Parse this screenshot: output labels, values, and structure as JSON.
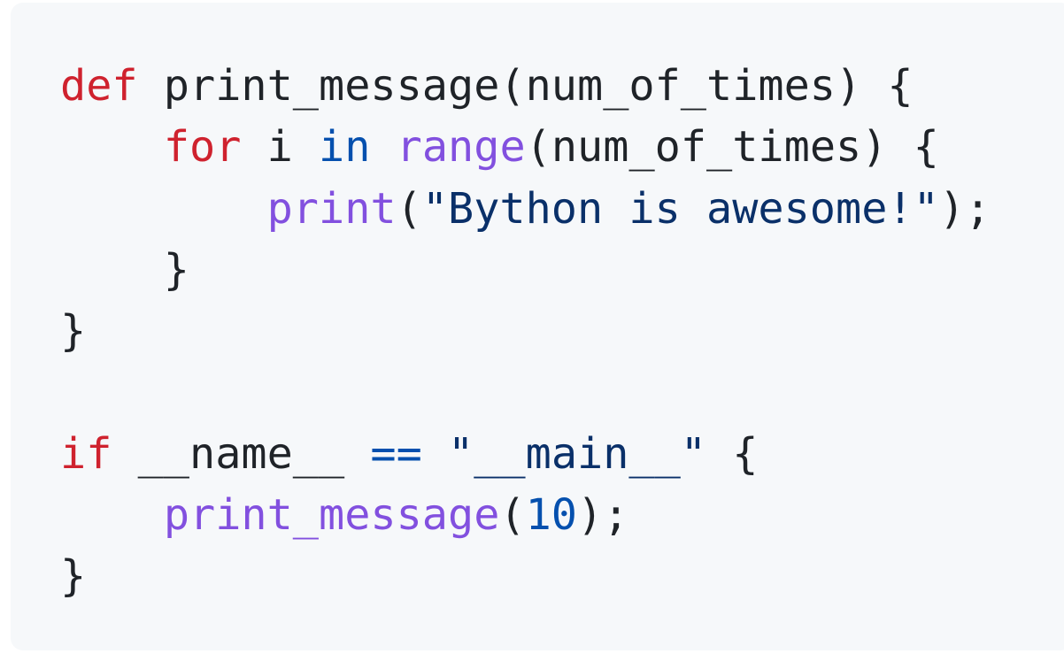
{
  "colors": {
    "background": "#f6f8fa",
    "default_text": "#1f2328",
    "keyword_red": "#cf222e",
    "keyword_blue": "#0550ae",
    "function": "#8250df",
    "string": "#0a3069",
    "number": "#0550ae"
  },
  "code": {
    "language": "python-like",
    "lines": [
      [
        {
          "text": "def",
          "class": "kw-red"
        },
        {
          "text": " print_message(num_of_times) {",
          "class": "plain"
        }
      ],
      [
        {
          "text": "    ",
          "class": "plain"
        },
        {
          "text": "for",
          "class": "kw-red"
        },
        {
          "text": " i ",
          "class": "plain"
        },
        {
          "text": "in",
          "class": "kw-blue"
        },
        {
          "text": " ",
          "class": "plain"
        },
        {
          "text": "range",
          "class": "fn"
        },
        {
          "text": "(num_of_times) {",
          "class": "plain"
        }
      ],
      [
        {
          "text": "        ",
          "class": "plain"
        },
        {
          "text": "print",
          "class": "fn"
        },
        {
          "text": "(",
          "class": "plain"
        },
        {
          "text": "\"Bython is awesome!\"",
          "class": "str"
        },
        {
          "text": ");",
          "class": "plain"
        }
      ],
      [
        {
          "text": "    }",
          "class": "plain"
        }
      ],
      [
        {
          "text": "}",
          "class": "plain"
        }
      ],
      [
        {
          "text": "",
          "class": "plain"
        }
      ],
      [
        {
          "text": "if",
          "class": "kw-red"
        },
        {
          "text": " __name__ ",
          "class": "plain"
        },
        {
          "text": "==",
          "class": "kw-blue"
        },
        {
          "text": " ",
          "class": "plain"
        },
        {
          "text": "\"__main__\"",
          "class": "str"
        },
        {
          "text": " {",
          "class": "plain"
        }
      ],
      [
        {
          "text": "    ",
          "class": "plain"
        },
        {
          "text": "print_message",
          "class": "fn"
        },
        {
          "text": "(",
          "class": "plain"
        },
        {
          "text": "10",
          "class": "num"
        },
        {
          "text": ");",
          "class": "plain"
        }
      ],
      [
        {
          "text": "}",
          "class": "plain"
        }
      ]
    ]
  }
}
